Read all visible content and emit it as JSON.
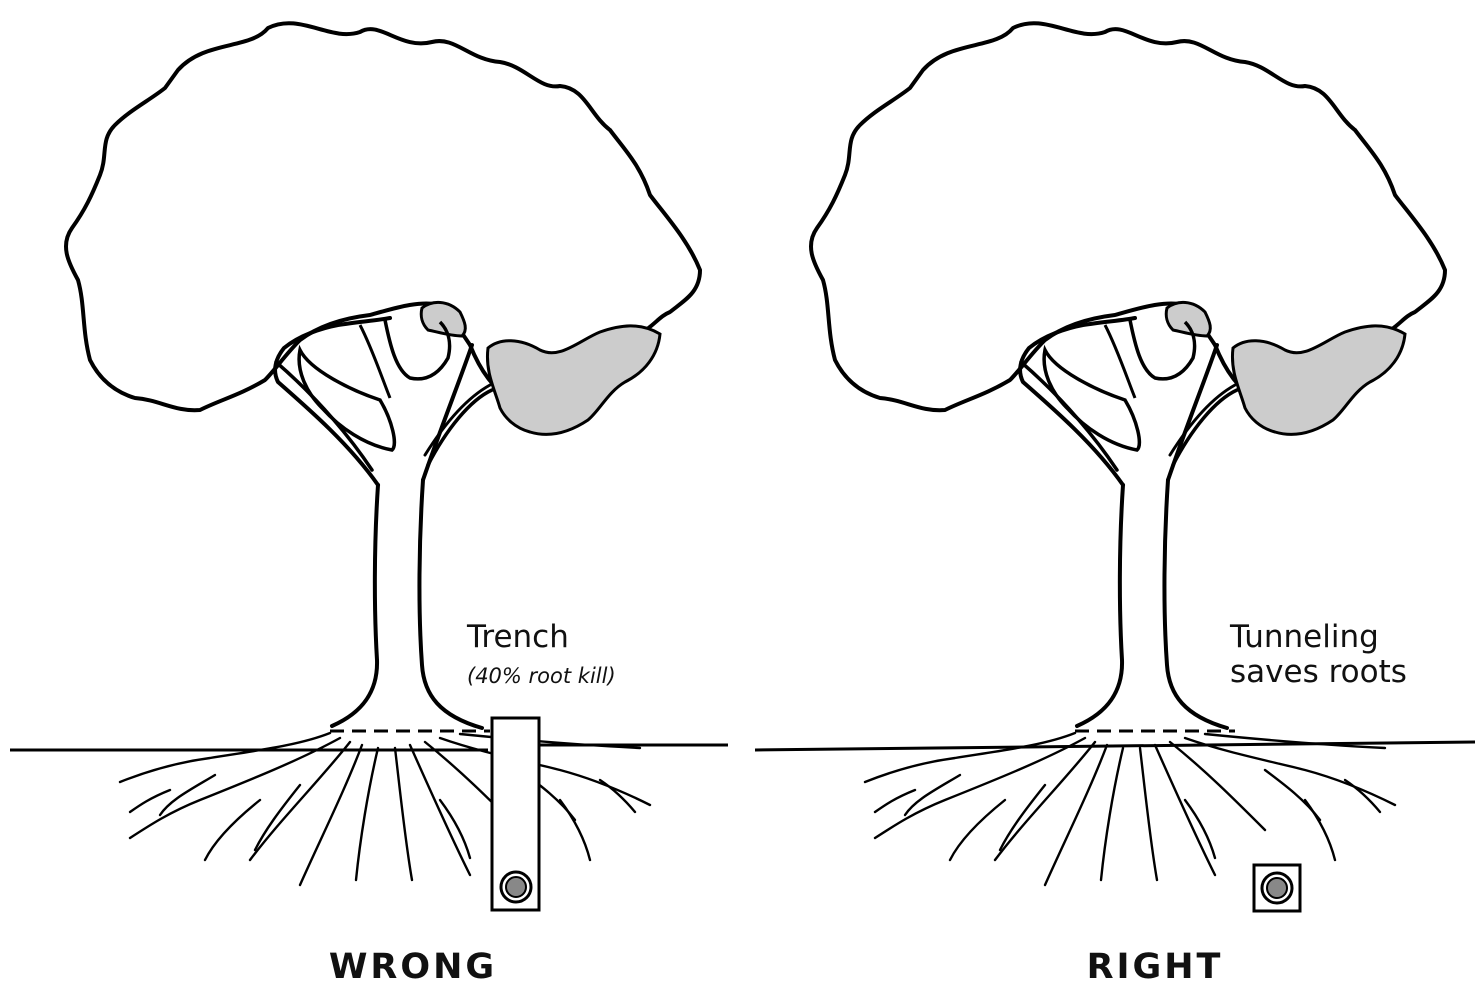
{
  "panels": [
    {
      "caption": "WRONG",
      "label_line1": "Trench",
      "label_line2": "(40% root kill)"
    },
    {
      "caption": "RIGHT",
      "label_line1": "Tunneling",
      "label_line2": "saves roots"
    }
  ],
  "colors": {
    "line": "#000000",
    "foliage_shade": "#cccccc",
    "pipe": "#888888"
  }
}
